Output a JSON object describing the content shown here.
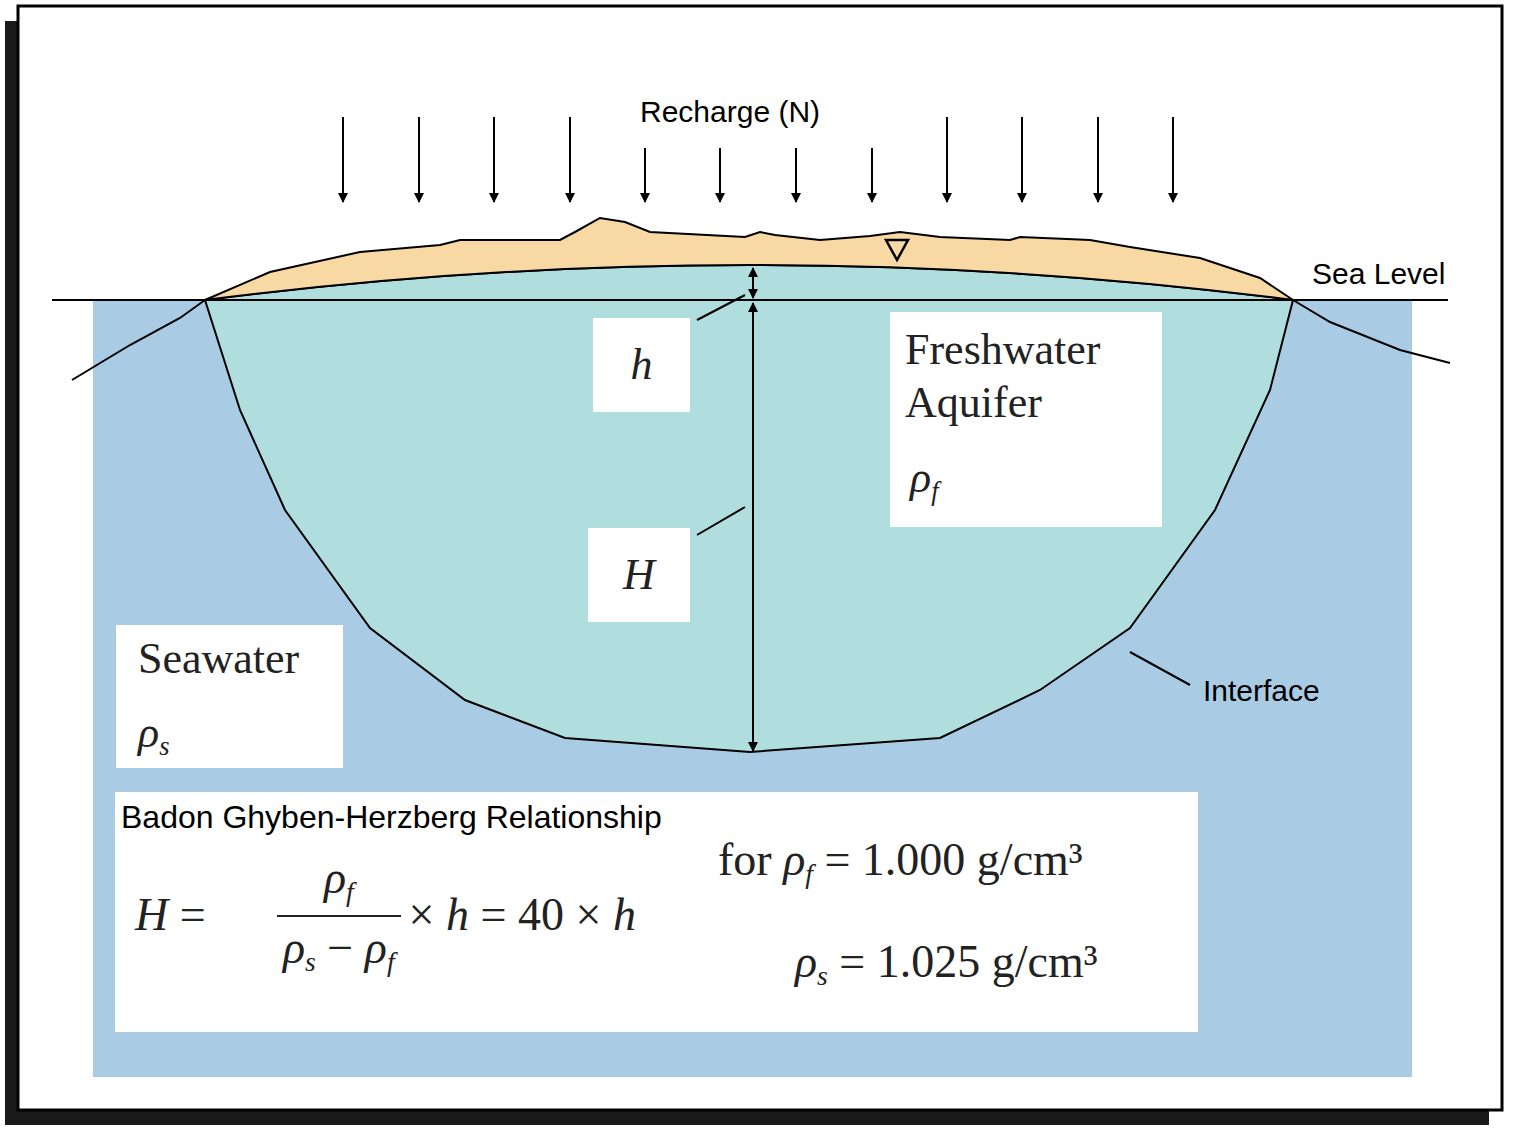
{
  "diagram": {
    "nodes": [
      {
        "text": [
          "h"
        ]
      },
      {
        "text": [
          "Freshwater Aquifer",
          "ρf"
        ]
      },
      {
        "text": [
          "H"
        ]
      },
      {
        "text": [
          "Seawater",
          "ρs"
        ]
      },
      {
        "text": [
          "Badon Ghyben-Herzberg Relationship",
          "H =",
          "ρf",
          "ρs − ρf",
          "× h = 40 × h",
          "for ρf = 1.000 g/cm³",
          "ρs = 1.025 g/cm³"
        ]
      }
    ],
    "labels": [
      "Recharge (N)",
      "Sea Level",
      "Interface"
    ]
  }
}
